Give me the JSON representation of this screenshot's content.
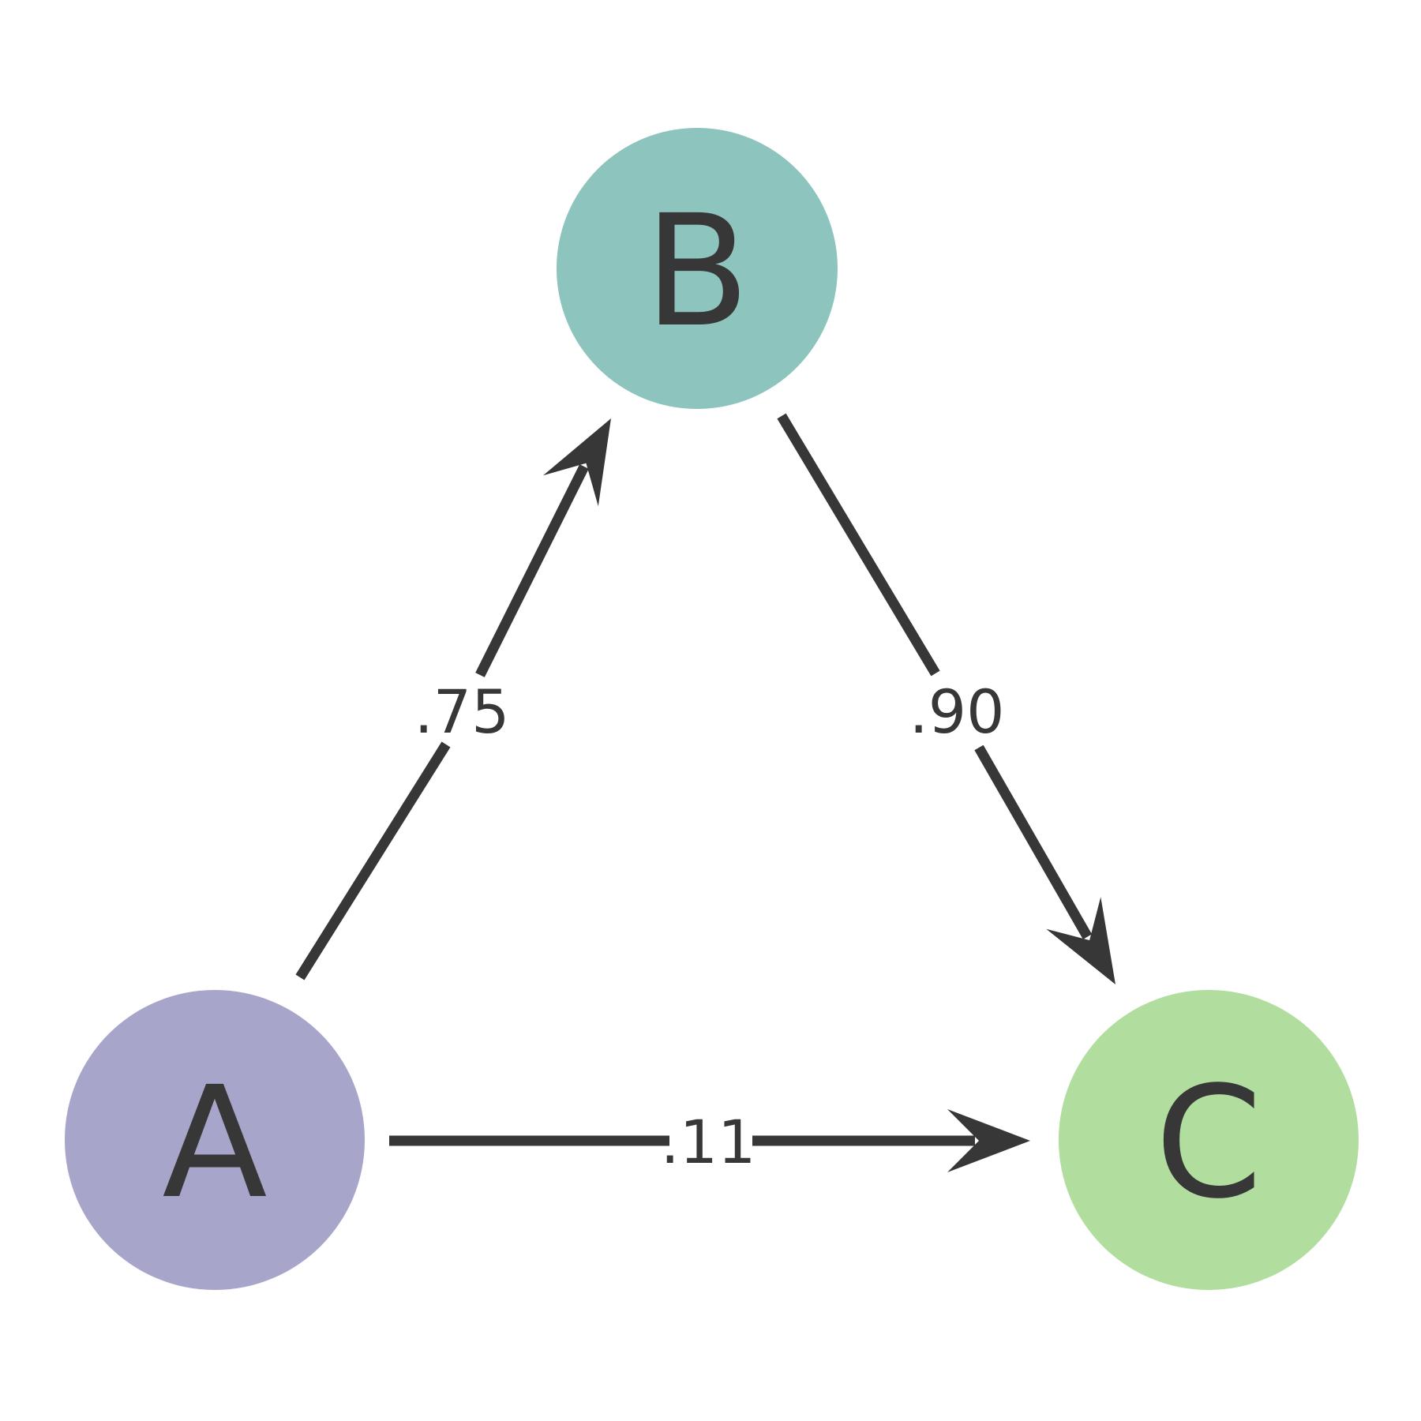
{
  "diagram": {
    "background_color": "#ffffff",
    "line_color": "#373737",
    "text_color": "#373737",
    "nodes": [
      {
        "id": "A",
        "label": "A",
        "color": "#a7a6ca"
      },
      {
        "id": "B",
        "label": "B",
        "color": "#8dc4bd"
      },
      {
        "id": "C",
        "label": "C",
        "color": "#b1de9e"
      }
    ],
    "edges": [
      {
        "from": "A",
        "to": "B",
        "label": ".75"
      },
      {
        "from": "B",
        "to": "C",
        "label": ".90"
      },
      {
        "from": "A",
        "to": "C",
        "label": ".11"
      }
    ]
  }
}
